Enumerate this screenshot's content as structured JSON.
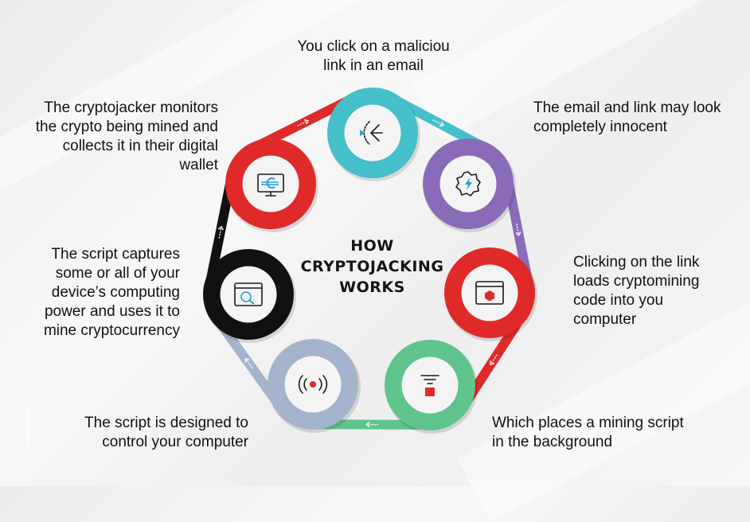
{
  "title": "HOW\nCRYPTOJACKING\nWORKS",
  "steps": [
    {
      "text": "You click on a maliciou\nlink in an email",
      "color": "#45bfca",
      "icon": "click-cursor-icon"
    },
    {
      "text": "The email and link may look\ncompletely innocent",
      "color": "#8a6bb8",
      "icon": "gear-bolt-icon"
    },
    {
      "text": "Clicking on the link\nloads cryptomining\ncode into you\ncomputer",
      "color": "#e02a2a",
      "icon": "browser-code-icon"
    },
    {
      "text": "Which places a mining script\nin the background",
      "color": "#5fc48c",
      "icon": "mining-funnel-icon"
    },
    {
      "text": "The script is designed to\ncontrol your computer",
      "color": "#a3b4cc",
      "icon": "broadcast-icon"
    },
    {
      "text": "The script captures\nsome or all of your\ndevice’s computing\npower and uses it to\nmine cryptocurrency",
      "color": "#111111",
      "icon": "browser-search-icon"
    },
    {
      "text": "The cryptojacker monitors\nthe crypto being mined and\ncollects it in their digital\nwallet",
      "color": "#e02a2a",
      "icon": "monitor-crypto-icon"
    }
  ],
  "colors": {
    "icon_dark": "#1a1a1a",
    "icon_accent_blue": "#2a9fd6",
    "icon_accent_red": "#e02a2a"
  }
}
